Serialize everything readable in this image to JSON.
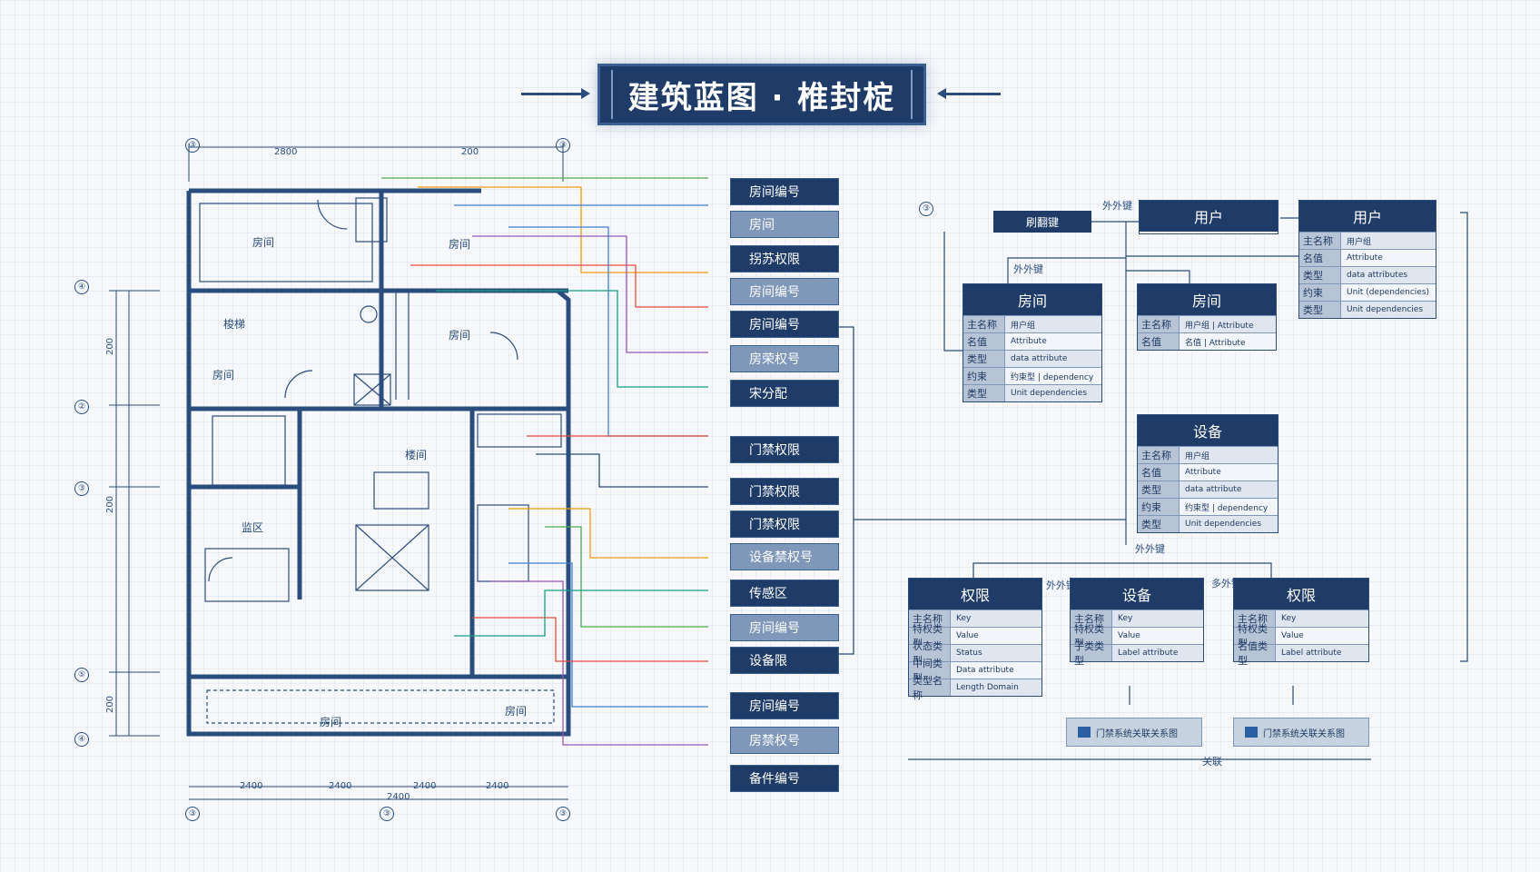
{
  "title": "建筑蓝图 · 椎封椗",
  "plan": {
    "rooms": [
      "房间",
      "房间",
      "梭梯",
      "房间",
      "房间",
      "楼间",
      "监区",
      "房间",
      "房间"
    ],
    "dims_top": [
      "2800",
      "200"
    ],
    "dims_bottom": [
      "2400",
      "2400",
      "2400",
      "2400",
      "2400"
    ],
    "dims_left": [
      "200",
      "200",
      "200"
    ],
    "axis_labels": [
      "④",
      "②",
      "③",
      "⑤",
      "④",
      "③",
      "③",
      "③",
      "③",
      "③"
    ]
  },
  "labels": [
    {
      "text": "房间编号",
      "style": "dark"
    },
    {
      "text": "房间",
      "style": "light"
    },
    {
      "text": "拐苏权限",
      "style": "dark"
    },
    {
      "text": "房间编号",
      "style": "light"
    },
    {
      "text": "房间编号",
      "style": "dark"
    },
    {
      "text": "房荣权号",
      "style": "light"
    },
    {
      "text": "宋分配",
      "style": "dark"
    },
    {
      "text": "门禁权限",
      "style": "dark"
    },
    {
      "text": "门禁权限",
      "style": "dark"
    },
    {
      "text": "门禁权限",
      "style": "dark"
    },
    {
      "text": "设备禁权号",
      "style": "light"
    },
    {
      "text": "传感区",
      "style": "dark"
    },
    {
      "text": "房间编号",
      "style": "light"
    },
    {
      "text": "设备限",
      "style": "dark"
    },
    {
      "text": "房间编号",
      "style": "dark"
    },
    {
      "text": "房禁权号",
      "style": "light"
    },
    {
      "text": "备件编号",
      "style": "dark"
    }
  ],
  "er": {
    "notes": [
      "外外键",
      "外外键",
      "外外键",
      "外外键",
      "多外键"
    ],
    "small_box": "刷翻键",
    "top_entities": [
      {
        "name": "用户"
      },
      {
        "name": "用户",
        "rows": [
          [
            "主名称",
            "用户组"
          ],
          [
            "名值",
            "Attribute"
          ],
          [
            "类型",
            "data attributes"
          ],
          [
            "约束",
            "Unit (dependencies)"
          ],
          [
            "类型",
            "Unit dependencies"
          ]
        ]
      }
    ],
    "mid_entities": [
      {
        "name": "房间",
        "rows": [
          [
            "主名称",
            "用户组"
          ],
          [
            "名值",
            "Attribute"
          ],
          [
            "类型",
            "data attribute"
          ],
          [
            "约束",
            "约束型 | dependency"
          ],
          [
            "类型",
            "Unit dependencies"
          ]
        ]
      },
      {
        "name": "房间",
        "rows": [
          [
            "主名称",
            "用户组 | Attribute"
          ],
          [
            "名值",
            "名值 | Attribute"
          ]
        ]
      }
    ],
    "device": {
      "name": "设备",
      "rows": [
        [
          "主名称",
          "用户组"
        ],
        [
          "名值",
          "Attribute"
        ],
        [
          "类型",
          "data attribute"
        ],
        [
          "约束",
          "约束型 | dependency"
        ],
        [
          "类型",
          "Unit dependencies"
        ]
      ]
    },
    "bottom_entities": [
      {
        "name": "权限",
        "rows": [
          [
            "主名称",
            "Key"
          ],
          [
            "特权类型",
            "Value"
          ],
          [
            "状态类型",
            "Status"
          ],
          [
            "中间类型",
            "Data attribute"
          ],
          [
            "类型名称",
            "Length Domain"
          ]
        ]
      },
      {
        "name": "设备",
        "rows": [
          [
            "主名称",
            "Key"
          ],
          [
            "特权类型",
            "Value"
          ],
          [
            "子类类型",
            "Label attribute"
          ]
        ]
      },
      {
        "name": "权限",
        "rows": [
          [
            "主名称",
            "Key"
          ],
          [
            "特权类型",
            "Value"
          ],
          [
            "名值类型",
            "Label attribute"
          ]
        ]
      }
    ],
    "footers": [
      "门禁系统关联关系图",
      "门禁系统关联关系图"
    ],
    "bottom_note": "关联"
  }
}
